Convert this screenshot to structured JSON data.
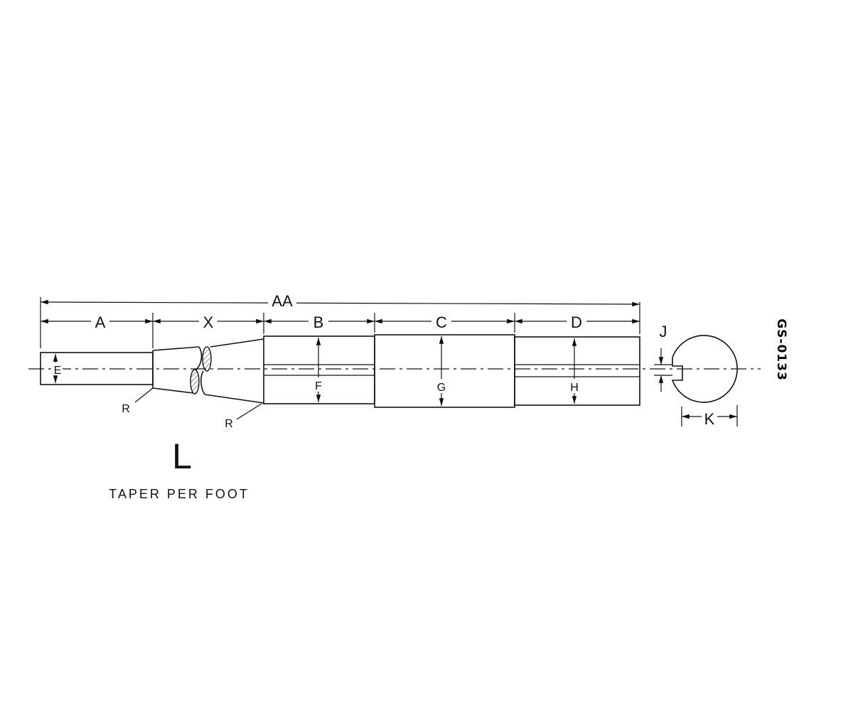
{
  "drawing": {
    "part_number": "GS-0133",
    "overall_dimension": "AA",
    "section_dimensions": {
      "A": "A",
      "X": "X",
      "B": "B",
      "C": "C",
      "D": "D"
    },
    "diameter_dimensions": {
      "E": "E",
      "F": "F",
      "G": "G",
      "H": "H"
    },
    "keyway": {
      "J": "J",
      "K": "K"
    },
    "radius_labels": [
      "R",
      "R"
    ],
    "taper_symbol": "L",
    "taper_note": "TAPER PER FOOT"
  },
  "colors": {
    "line": "#111111",
    "background": "#ffffff"
  }
}
